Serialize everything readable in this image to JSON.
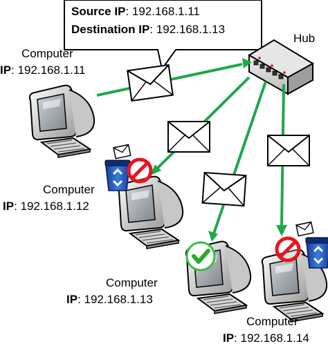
{
  "callout": {
    "source_label": "Source IP",
    "source_value": ": 192.168.1.11",
    "dest_label": "Destination IP",
    "dest_value": ": 192.168.1.13"
  },
  "hub": {
    "label": "Hub"
  },
  "computers": [
    {
      "title": "Computer",
      "ip_label": "IP",
      "ip_value": ": 192.168.1.11",
      "status": "sender"
    },
    {
      "title": "Computer",
      "ip_label": "IP",
      "ip_value": ": 192.168.1.12",
      "status": "rejected"
    },
    {
      "title": "Computer",
      "ip_label": "IP",
      "ip_value": ": 192.168.1.13",
      "status": "accepted"
    },
    {
      "title": "Computer",
      "ip_label": "IP",
      "ip_value": ": 192.168.1.14",
      "status": "rejected"
    }
  ],
  "colors": {
    "arrow": "#1ea84a",
    "prohibit": "#e8141c",
    "check": "#3cbc3c",
    "bin": "#2a62c8"
  }
}
